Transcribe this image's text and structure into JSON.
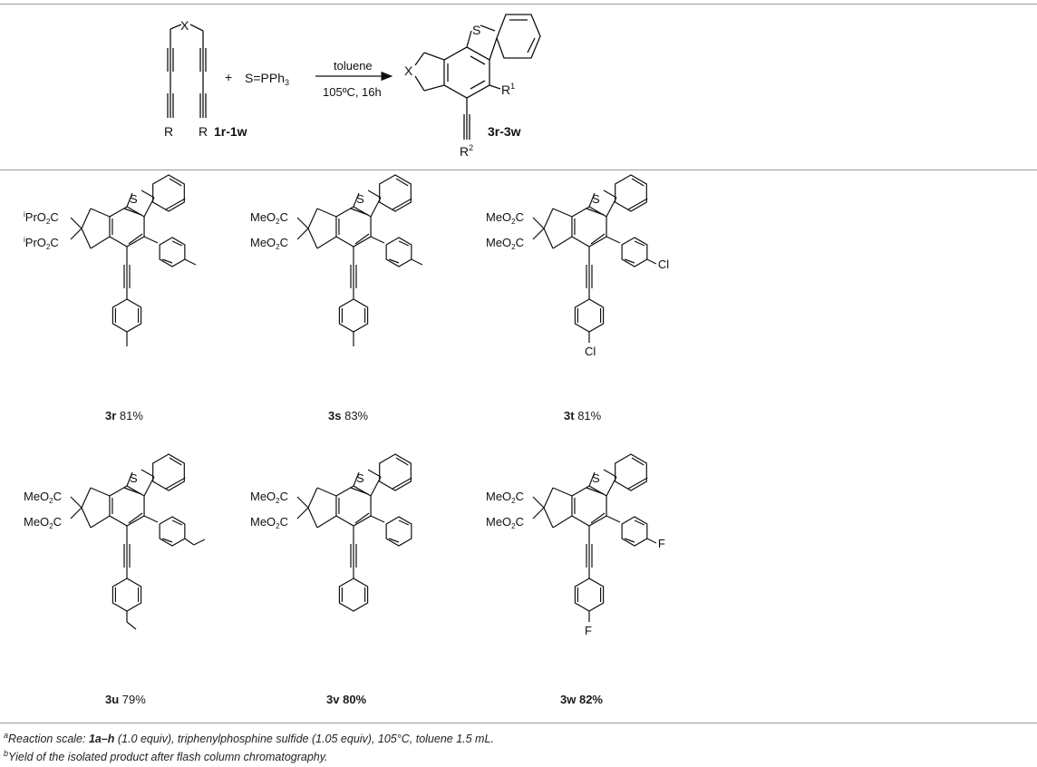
{
  "scheme": {
    "reagent": "S=PPh",
    "reagent_sub": "3",
    "solvent": "toluene",
    "conditions": "105ºC, 16h",
    "substrate_label": "1r-1w",
    "product_label": "3r-3w",
    "plus": "+",
    "atoms": {
      "x": "X",
      "s": "S",
      "r": "R",
      "r1": "R",
      "r1_sup": "1",
      "r2": "R",
      "r2_sup": "2"
    }
  },
  "compounds": [
    {
      "id": "3r",
      "yield": "81%",
      "ester_top": "PrO",
      "ester_top_sup": "i",
      "ester_bottom": "PrO",
      "ester_bottom_sup": "i",
      "sub": "2",
      "tail": "C",
      "para": "",
      "para_alkyne": ""
    },
    {
      "id": "3s",
      "yield": "83%",
      "ester_top": "MeO",
      "ester_top_sup": "",
      "ester_bottom": "MeO",
      "ester_bottom_sup": "",
      "sub": "2",
      "tail": "C",
      "para": "",
      "para_alkyne": ""
    },
    {
      "id": "3t",
      "yield": "81%",
      "ester_top": "MeO",
      "ester_top_sup": "",
      "ester_bottom": "MeO",
      "ester_bottom_sup": "",
      "sub": "2",
      "tail": "C",
      "para": "Cl",
      "para_alkyne": "Cl"
    },
    {
      "id": "3u",
      "yield": "79%",
      "ester_top": "MeO",
      "ester_top_sup": "",
      "ester_bottom": "MeO",
      "ester_bottom_sup": "",
      "sub": "2",
      "tail": "C",
      "para": "",
      "para_alkyne": ""
    },
    {
      "id": "3v",
      "yield": "80%",
      "ester_top": "MeO",
      "ester_top_sup": "",
      "ester_bottom": "MeO",
      "ester_bottom_sup": "",
      "sub": "2",
      "tail": "C",
      "para": "",
      "para_alkyne": ""
    },
    {
      "id": "3w",
      "yield": "82%",
      "ester_top": "MeO",
      "ester_top_sup": "",
      "ester_bottom": "MeO",
      "ester_bottom_sup": "",
      "sub": "2",
      "tail": "C",
      "para": "F",
      "para_alkyne": "F"
    }
  ],
  "footnotes": {
    "a_mark": "a",
    "a_lead": "Reaction scale: ",
    "a_bold": "1a–h",
    "a_rest": " (1.0 equiv), triphenylphosphine sulfide (1.05 equiv), 105°C, toluene 1.5 mL.",
    "b_mark": "b",
    "b_text": "Yield of the isolated product after flash column chromatography."
  }
}
